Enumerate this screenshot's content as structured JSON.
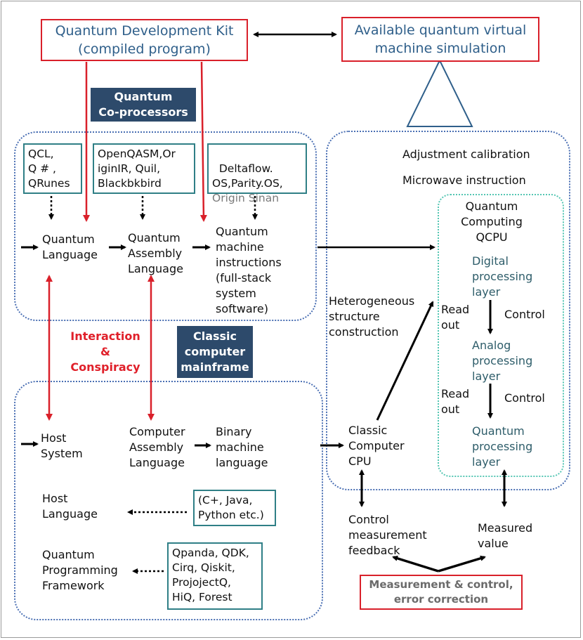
{
  "top": {
    "qdk": "Quantum Development Kit\n(compiled program)",
    "qvm": "Available quantum virtual\nmachine simulation"
  },
  "labels": {
    "coprocessors": "Quantum\nCo-processors",
    "mainframe": "Classic\ncomputer\nmainframe",
    "interaction": "Interaction\n&\nConspiracy"
  },
  "upper": {
    "box1": "QCL,\nQ # ,\nQRunes",
    "box2": "OpenQASM,Or\niginIR, Quil,\nBlackbkbird",
    "box3_main": "Deltaflow.\nOS,Parity.OS,",
    "box3_gray": "Origin Sinan",
    "quantum_language": "Quantum\nLanguage",
    "assembly_language": "Quantum\nAssembly\nLanguage",
    "machine_instructions": "Quantum\nmachine\ninstructions\n(full-stack\nsystem\nsoftware)"
  },
  "right": {
    "adjustment": "Adjustment calibration",
    "microwave": "Microwave instruction",
    "qcpu_title": "Quantum\nComputing\nQCPU",
    "digital": "Digital\nprocessing\nlayer",
    "readout1": "Read\nout",
    "control1": "Control",
    "analog": "Analog\nprocessing\nlayer",
    "readout2": "Read\nout",
    "control2": "Control",
    "quantum_layer": "Quantum\nprocessing\nlayer",
    "heterogeneous": "Heterogeneous\nstructure\nconstruction",
    "cpu": "Classic\nComputer\nCPU"
  },
  "lower": {
    "host_system": "Host\nSystem",
    "computer_assembly": "Computer\nAssembly\nLanguage",
    "binary": "Binary\nmachine\nlanguage",
    "host_language": "Host\nLanguage",
    "langs_box": "(C+, Java,\nPython etc.)",
    "qpf": "Quantum\nProgramming\nFramework",
    "frameworks_box": "Qpanda, QDK,\nCirq, Qiskit,\nProjojectQ,\nHiQ, Forest"
  },
  "bottom": {
    "control_feedback": "Control\nmeasurement\nfeedback",
    "measured_value": "Measured\nvalue",
    "error_box": "Measurement & control,\nerror correction"
  },
  "colors": {
    "red": "#d9202a",
    "navy": "#2d4a6b",
    "teal": "#2f7f86",
    "blue_dotted": "#4a6fb3",
    "qcpu_dotted": "#55c6b3"
  }
}
